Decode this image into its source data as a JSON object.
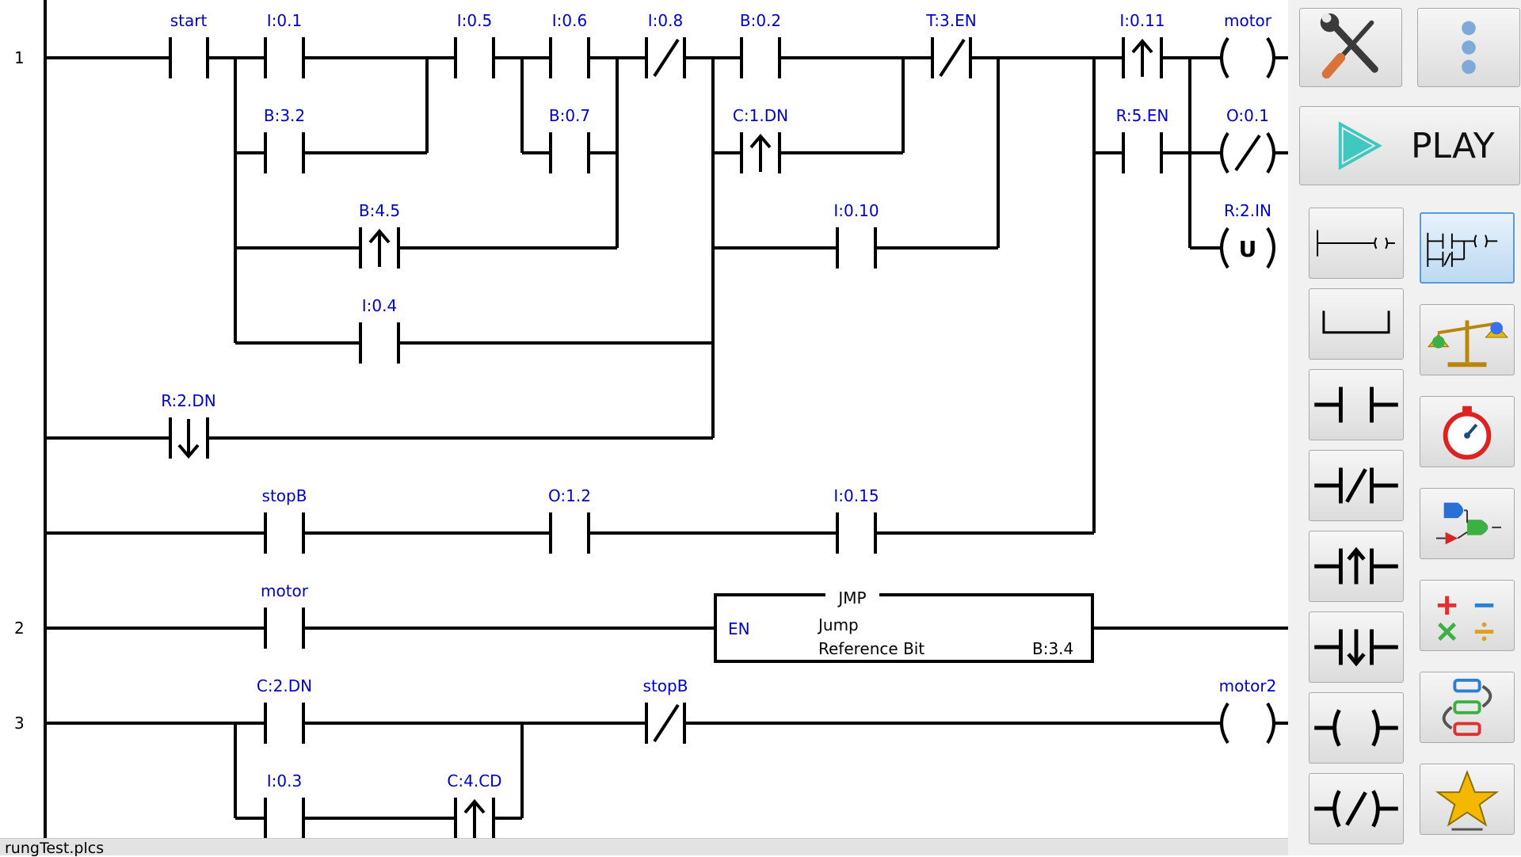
{
  "file_name": "rungTest.plcs",
  "rungs": [
    {
      "number": "1",
      "labels": [
        "start",
        "I:0.1",
        "I:0.5",
        "I:0.6",
        "I:0.8",
        "B:0.2",
        "T:3.EN",
        "I:0.11",
        "motor",
        "B:3.2",
        "B:0.7",
        "C:1.DN",
        "R:5.EN",
        "O:0.1",
        "B:4.5",
        "I:0.10",
        "R:2.IN",
        "I:0.4",
        "R:2.DN",
        "stopB",
        "O:1.2",
        "I:0.15"
      ]
    },
    {
      "number": "2",
      "labels": [
        "motor"
      ],
      "block": {
        "title": "JMP",
        "en": "EN",
        "description": "Jump",
        "param_label": "Reference Bit",
        "param_value": "B:3.4"
      }
    },
    {
      "number": "3",
      "labels": [
        "C:2.DN",
        "stopB",
        "motor2",
        "I:0.3",
        "C:4.CD"
      ]
    }
  ],
  "coil_letters": {
    "unlatch": "U"
  },
  "toolbar": {
    "play_label": "PLAY",
    "play_color": "#40c8c0",
    "selected_tool": "branch-tool",
    "tools": [
      "rung-tool",
      "select-box-tool",
      "no-contact-tool",
      "nc-contact-tool",
      "rising-edge-contact-tool",
      "falling-edge-contact-tool",
      "coil-tool",
      "negated-coil-tool",
      "branch-tool",
      "compare-tool",
      "timer-tool",
      "logic-gates-tool",
      "math-tool",
      "program-control-tool",
      "favorites-tool"
    ]
  }
}
